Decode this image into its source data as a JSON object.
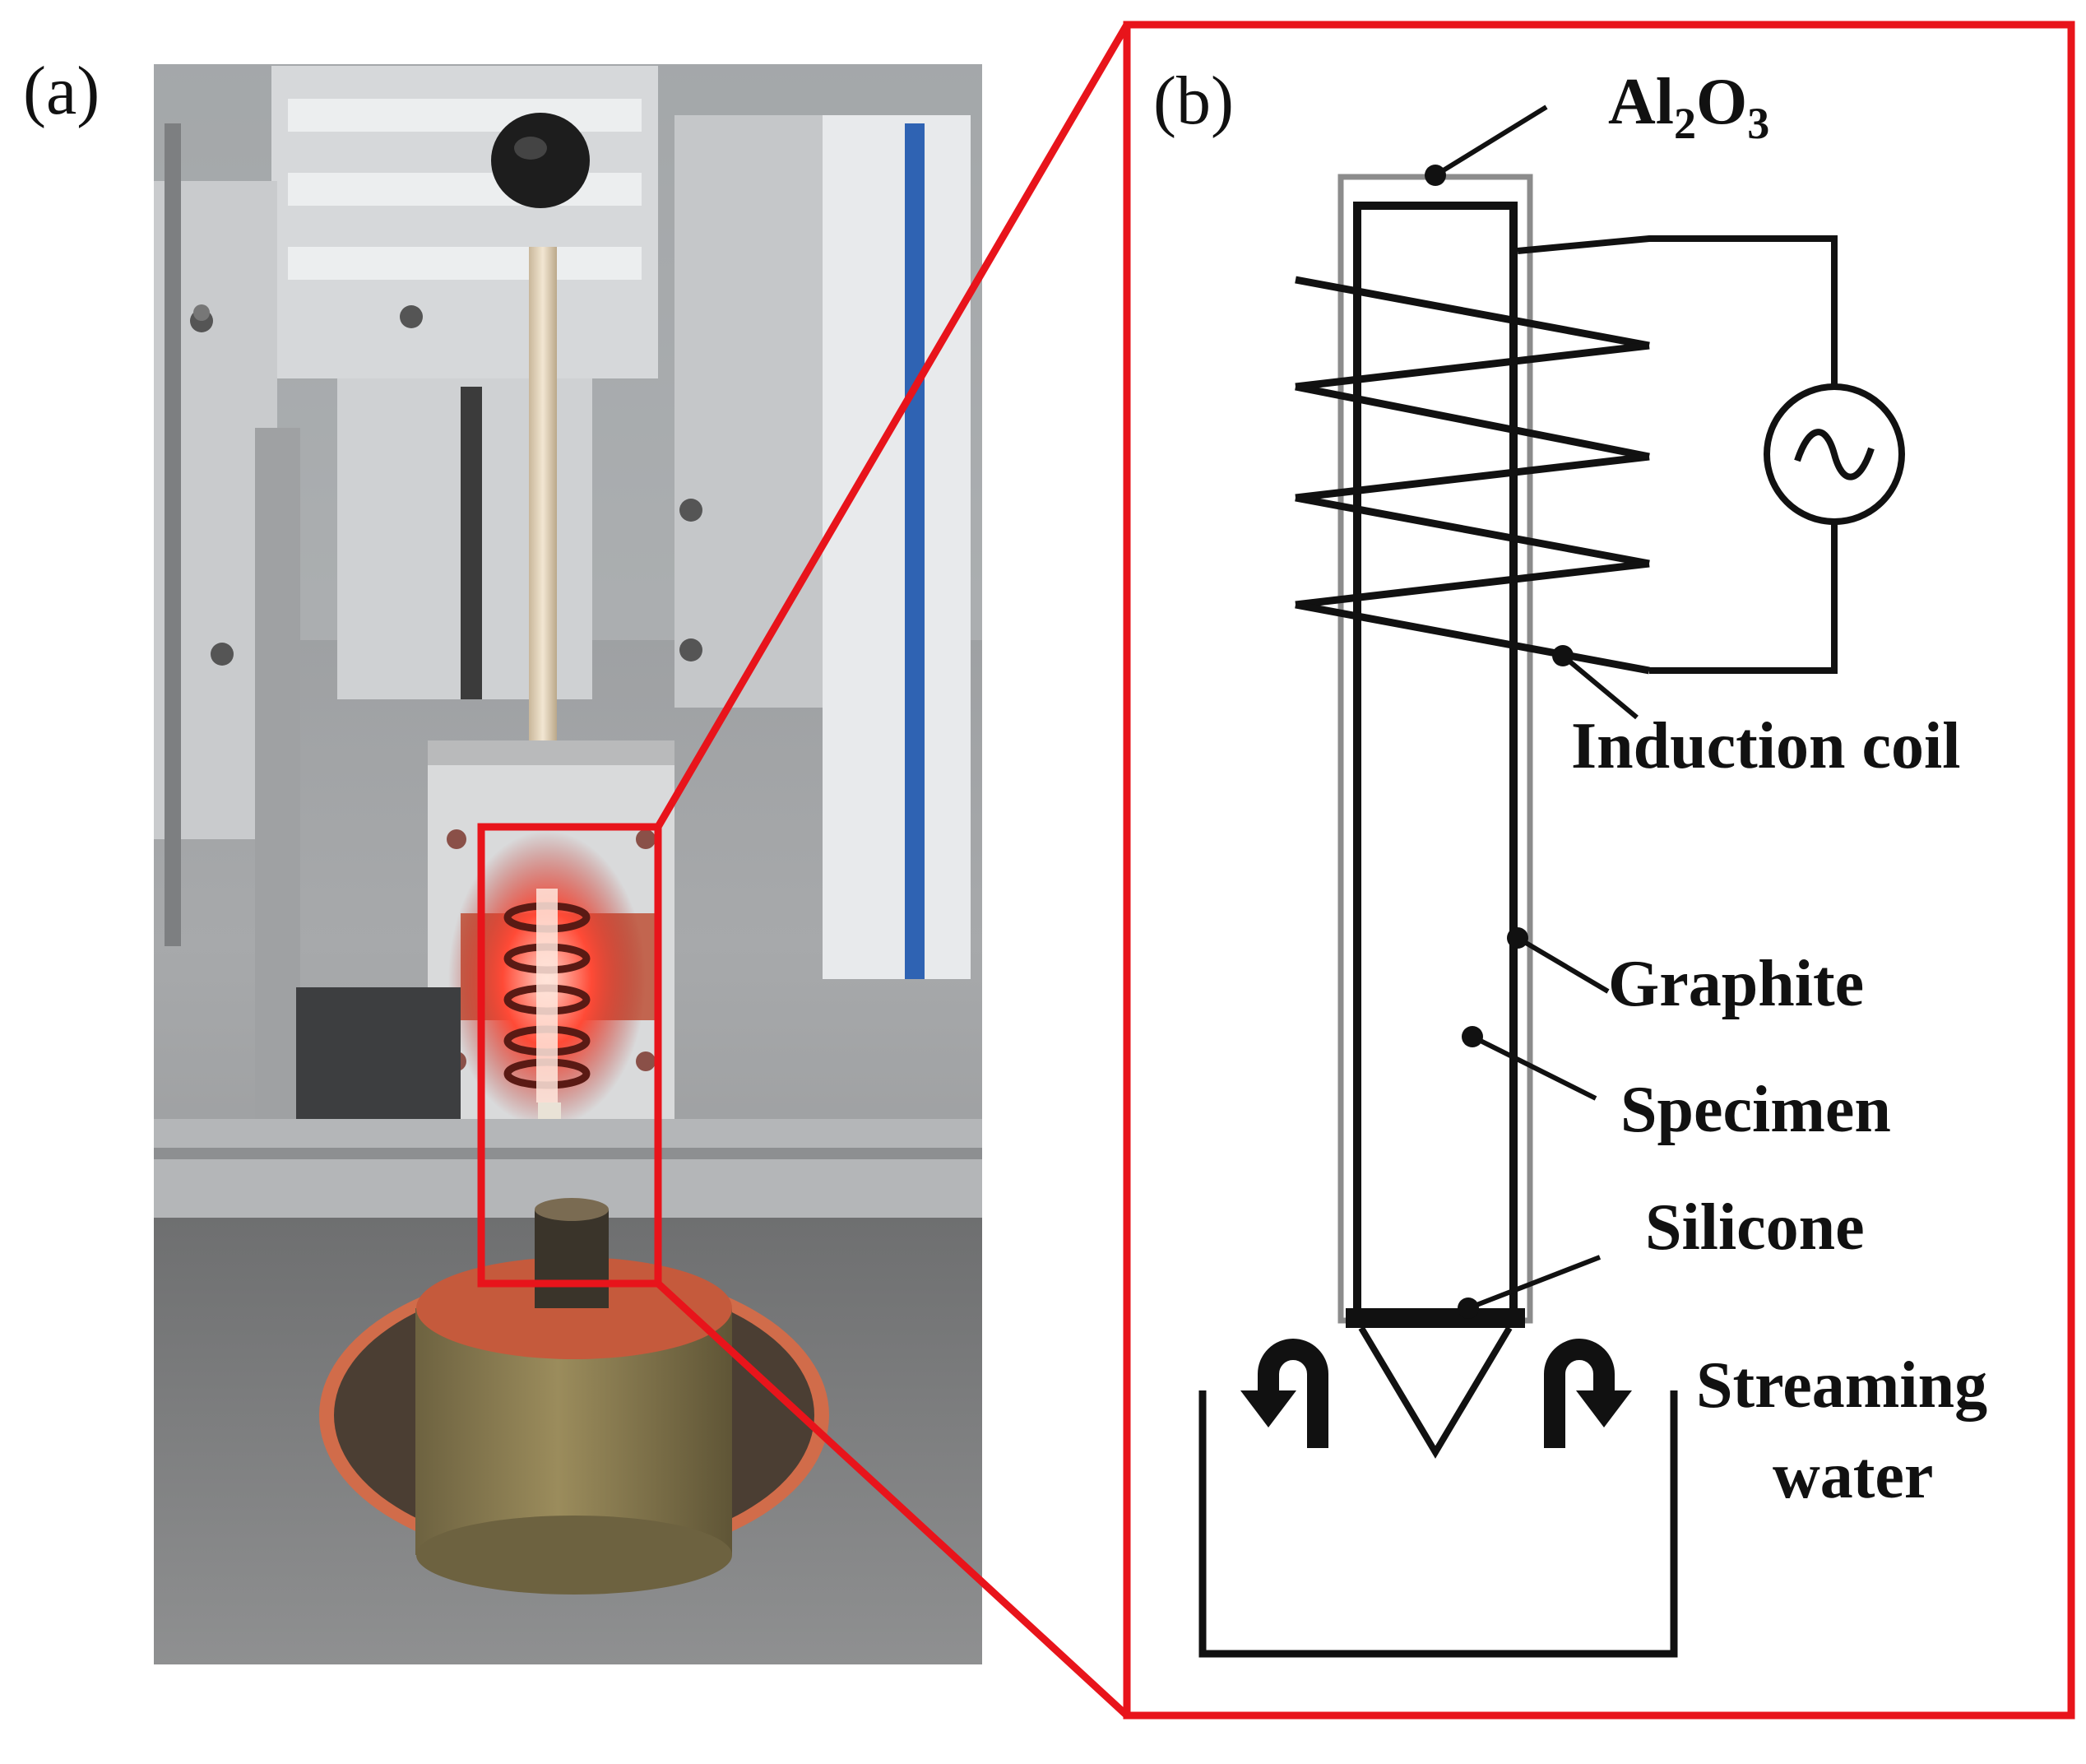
{
  "panel_a": {
    "label": "(a)",
    "description_icon": "photo-icon"
  },
  "panel_b": {
    "label": "(b)",
    "labels": {
      "al2o3_prefix": "Al",
      "al2o3_sub1": "2",
      "al2o3_mid": "O",
      "al2o3_sub2": "3",
      "induction_coil": "Induction coil",
      "graphite": "Graphite",
      "specimen": "Specimen",
      "silicone": "Silicone",
      "streaming_line1": "Streaming",
      "streaming_line2": "water"
    },
    "ac_source_icon": "ac-source-icon"
  },
  "colors": {
    "highlight": "#e8141b",
    "ink": "#111111",
    "alumina": "#8c8c8c",
    "coil_glow": "#ff3a2a"
  }
}
